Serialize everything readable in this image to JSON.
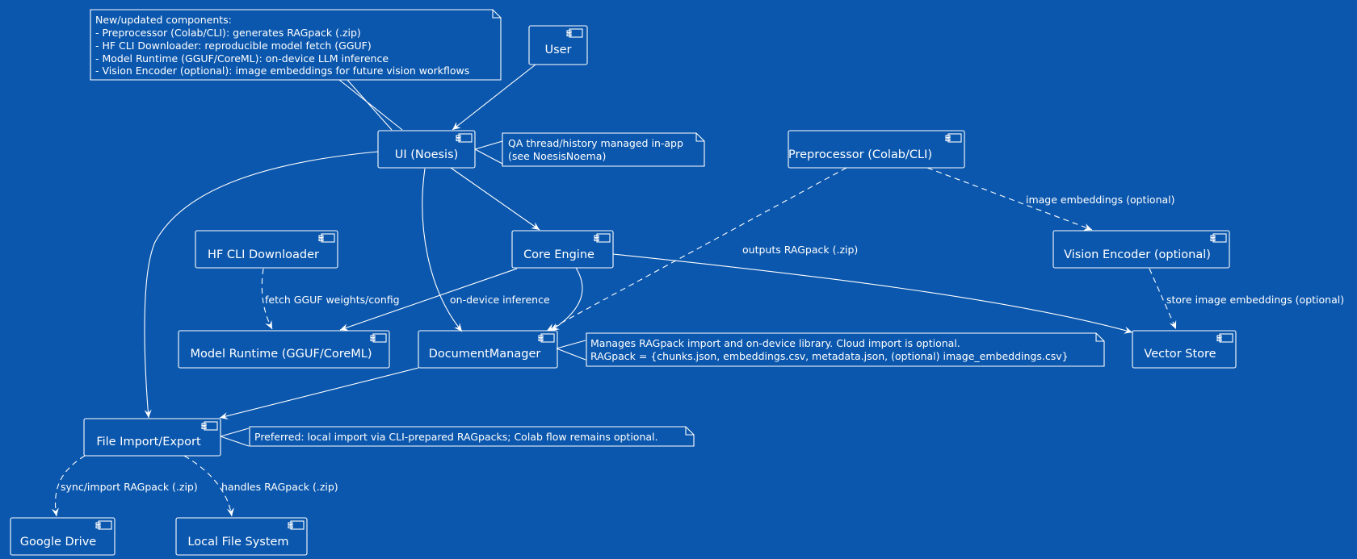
{
  "components": {
    "user": "User",
    "ui": "UI (Noesis)",
    "preprocessor": "Preprocessor (Colab/CLI)",
    "hf_cli": "HF CLI Downloader",
    "core_engine": "Core Engine",
    "vision_encoder": "Vision Encoder (optional)",
    "model_runtime": "Model Runtime (GGUF/CoreML)",
    "document_manager": "DocumentManager",
    "vector_store": "Vector Store",
    "file_import_export": "File Import/Export",
    "google_drive": "Google Drive",
    "local_fs": "Local File System"
  },
  "notes": {
    "components_note": [
      "New/updated components:",
      "- Preprocessor (Colab/CLI): generates RAGpack (.zip)",
      "- HF CLI Downloader: reproducible model fetch (GGUF)",
      "- Model Runtime (GGUF/CoreML): on-device LLM inference",
      "- Vision Encoder (optional): image embeddings for future vision workflows"
    ],
    "ui_note": [
      "QA thread/history managed in-app",
      "(see NoesisNoema)"
    ],
    "docmanager_note": [
      "Manages RAGpack import and on-device library. Cloud import is optional.",
      "RAGpack = {chunks.json, embeddings.csv, metadata.json, (optional) image_embeddings.csv}"
    ],
    "import_note": [
      "Preferred: local import via CLI-prepared RAGpacks; Colab flow remains optional."
    ]
  },
  "edge_labels": {
    "image_embeddings": "image embeddings (optional)",
    "outputs_ragpack": "outputs RAGpack (.zip)",
    "fetch_gguf": "fetch GGUF weights/config",
    "on_device_inference": "on-device inference",
    "store_image_embeddings": "store image embeddings (optional)",
    "sync_import": "sync/import RAGpack (.zip)",
    "handles_ragpack": "handles RAGpack (.zip)"
  }
}
